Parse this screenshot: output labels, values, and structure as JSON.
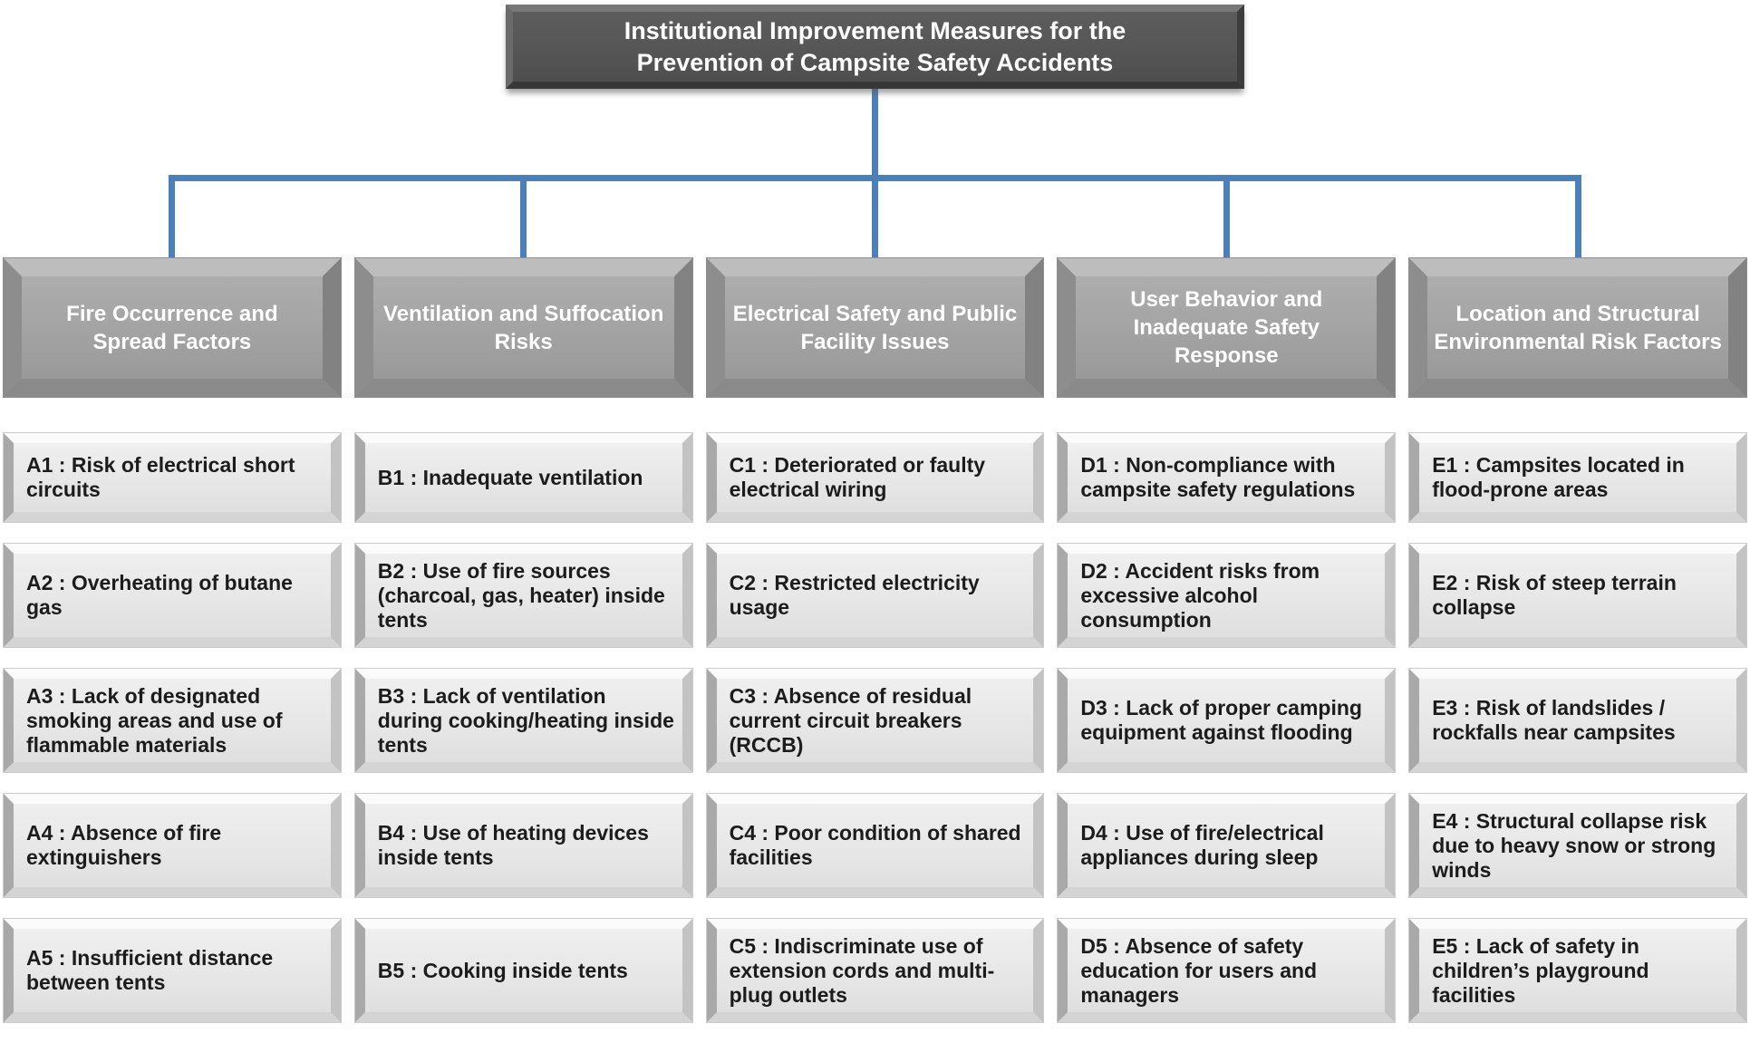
{
  "title": "Institutional Improvement Measures for the Prevention of Campsite Safety Accidents",
  "colors": {
    "connector_blue": "#4b7fba",
    "title_fill": "#565656",
    "title_text": "#ffffff",
    "header_fill": "#a1a1a1",
    "header_text": "#ffffff",
    "item_fill": "#e7e7e7",
    "item_text": "#1c1c1c",
    "background": "#ffffff"
  },
  "columns": [
    {
      "header": "Fire Occurrence and Spread Factors",
      "items": [
        "A1 : Risk of electrical short circuits",
        "A2 : Overheating of butane gas",
        "A3 : Lack of designated smoking areas and use of flammable materials",
        "A4 : Absence of fire extinguishers",
        "A5 : Insufficient distance between tents"
      ]
    },
    {
      "header": "Ventilation and Suffocation Risks",
      "items": [
        "B1 : Inadequate ventilation",
        "B2 : Use of fire sources (charcoal, gas, heater) inside tents",
        "B3 : Lack of ventilation during cooking/heating inside tents",
        "B4 : Use of heating devices inside tents",
        "B5 : Cooking inside tents"
      ]
    },
    {
      "header": "Electrical Safety and Public Facility Issues",
      "items": [
        "C1 : Deteriorated or faulty electrical wiring",
        "C2 : Restricted electricity usage",
        "C3 : Absence of residual current circuit breakers (RCCB)",
        "C4 : Poor condition of shared facilities",
        "C5 : Indiscriminate use of extension cords and multi-plug outlets"
      ]
    },
    {
      "header": "User Behavior and Inadequate Safety Response",
      "items": [
        "D1 : Non-compliance with campsite safety regulations",
        "D2 : Accident risks from excessive alcohol consumption",
        "D3 : Lack of proper camping equipment against flooding",
        "D4 : Use of fire/electrical appliances during sleep",
        "D5 : Absence of safety education for users and managers"
      ]
    },
    {
      "header": "Location and Structural Environmental Risk Factors",
      "items": [
        "E1 : Campsites located in flood-prone areas",
        "E2 : Risk of steep terrain collapse",
        "E3 : Risk of landslides / rockfalls near campsites",
        "E4 : Structural collapse risk due to heavy snow or strong winds",
        "E5 : Lack of safety in children’s playground facilities"
      ]
    }
  ]
}
